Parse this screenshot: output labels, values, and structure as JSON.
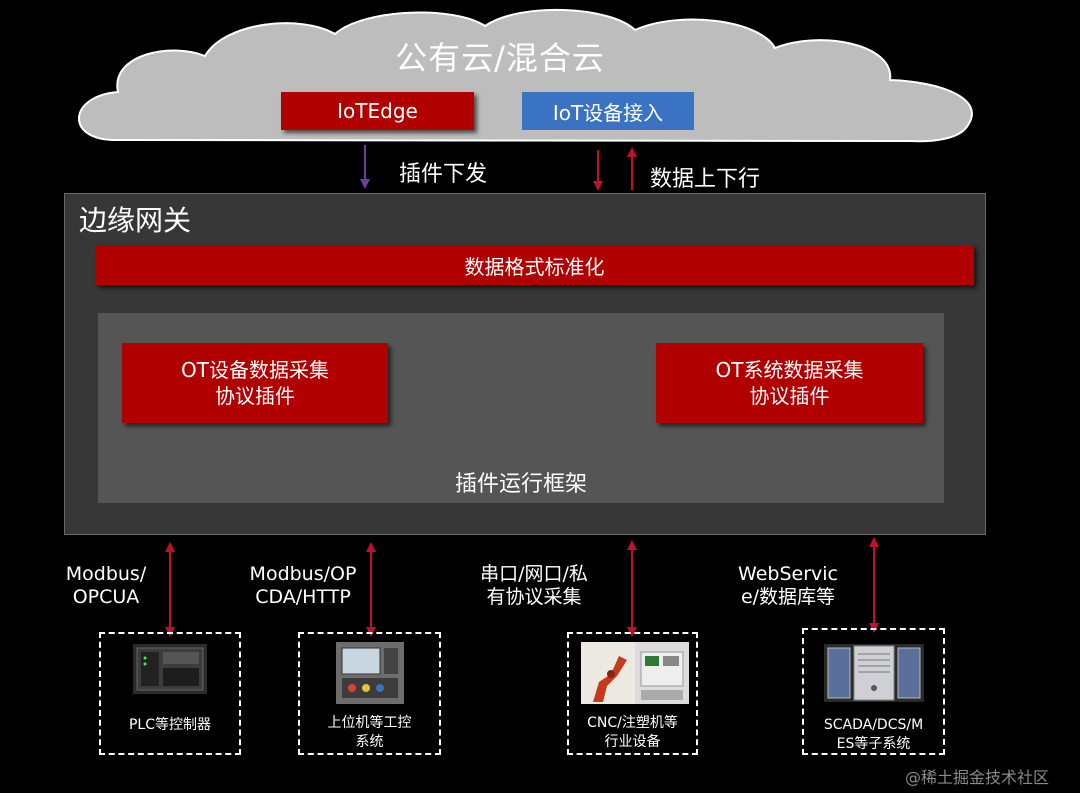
{
  "cloud": {
    "title": "公有云/混合云",
    "iotedge": "IoTEdge",
    "iot_access": "IoT设备接入"
  },
  "arrows": {
    "plugin_dispatch": "插件下发",
    "data_updown": "数据上下行"
  },
  "gateway": {
    "title": "边缘网关",
    "normalize": "数据格式标准化",
    "ot_device_line1": "OT设备数据采集",
    "ot_device_line2": "协议插件",
    "ot_system_line1": "OT系统数据采集",
    "ot_system_line2": "协议插件",
    "framework": "插件运行框架"
  },
  "protocols": [
    {
      "line1": "Modbus/",
      "line2": "OPCUA"
    },
    {
      "line1": "Modbus/OP",
      "line2": "CDA/HTTP"
    },
    {
      "line1": "串口/网口/私",
      "line2": "有协议采集"
    },
    {
      "line1": "WebServic",
      "line2": "e/数据库等"
    }
  ],
  "devices": [
    {
      "line1": "PLC等控制器",
      "line2": "",
      "icon": "plc-icon"
    },
    {
      "line1": "上位机等工控",
      "line2": "系统",
      "icon": "industrial-pc-icon"
    },
    {
      "line1": "CNC/注塑机等",
      "line2": "行业设备",
      "icon": "cnc-robot-icon"
    },
    {
      "line1": "SCADA/DCS/M",
      "line2": "ES等子系统",
      "icon": "server-icon"
    }
  ],
  "watermark": "@稀土掘金技术社区",
  "colors": {
    "red": "#b00000",
    "blue": "#3a72c4",
    "cloud": "#bdbdbd",
    "gateway": "#373737",
    "arrow_red": "#c0102a",
    "arrow_purple": "#6a3fa0"
  }
}
